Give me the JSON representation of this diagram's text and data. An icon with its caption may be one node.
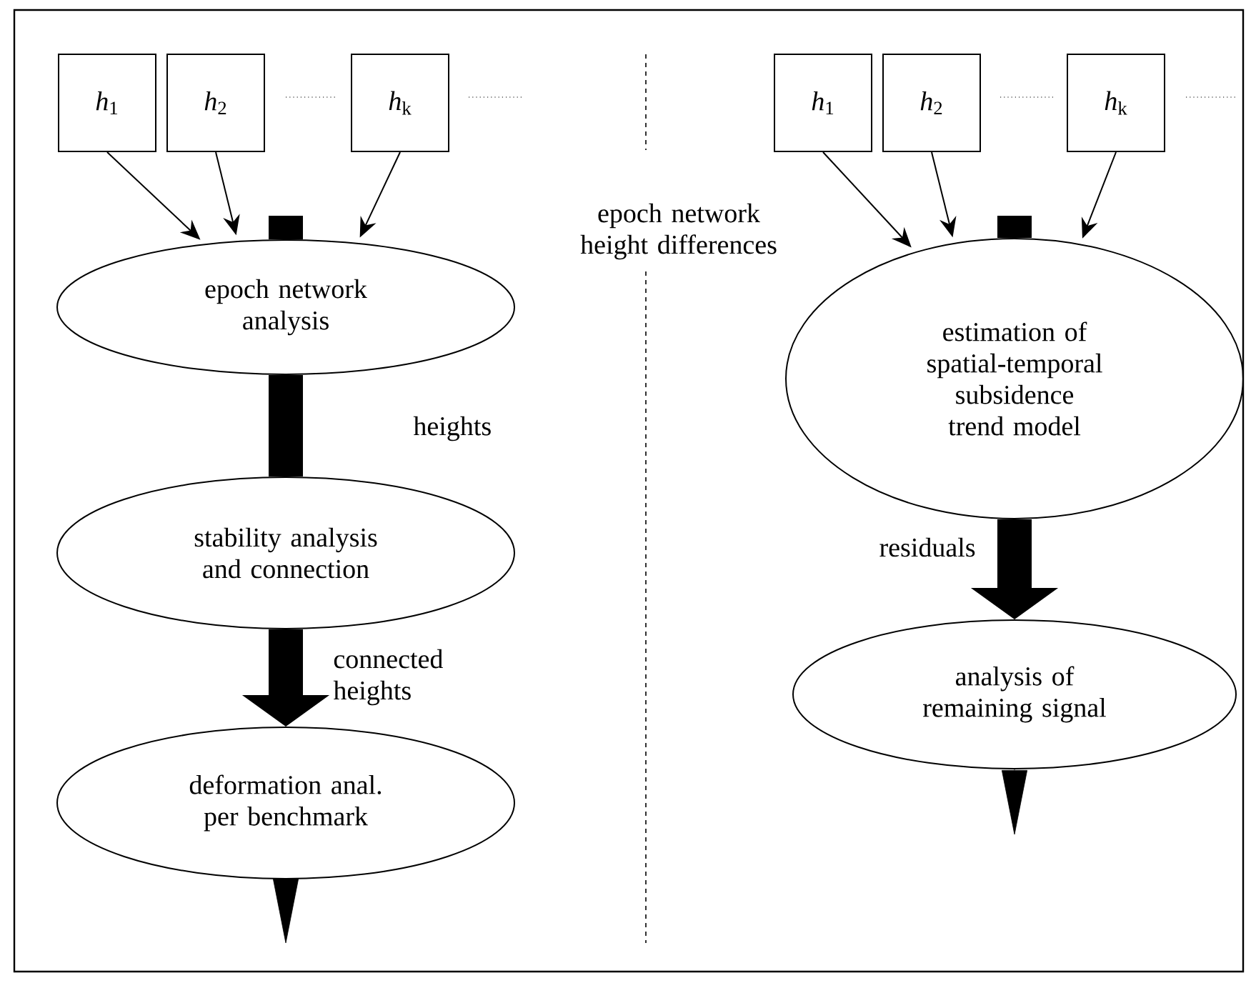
{
  "diagram": {
    "nodes": [
      {
        "text": [
          "*h*$_{1}$"
        ]
      },
      {
        "text": [
          "*h*$_{2}$"
        ]
      },
      {
        "text": [
          "*h*$_{k}$"
        ]
      },
      {
        "text": [
          "epoch network analysis"
        ]
      },
      {
        "text": [
          "stability analysis and connection"
        ]
      },
      {
        "text": [
          "deformation anal. per benchmark"
        ]
      },
      {
        "text": [
          "*h*$_{1}$"
        ]
      },
      {
        "text": [
          "*h*$_{2}$"
        ]
      },
      {
        "text": [
          "*h*$_{k}$"
        ]
      },
      {
        "text": [
          "estimation of spatial-temporal subsidence trend model"
        ]
      },
      {
        "text": [
          "analysis of remaining signal"
        ]
      }
    ],
    "edges": [
      {
        "from": 0,
        "to": 3,
        "arrow": "to"
      },
      {
        "from": 1,
        "to": 3,
        "arrow": "to"
      },
      {
        "from": 2,
        "to": 3,
        "arrow": "to"
      },
      {
        "from": null,
        "to": 3,
        "arrow": "none",
        "style": "thick"
      },
      {
        "from": 3,
        "to": 4,
        "arrow": "none",
        "style": "thick",
        "label": "heights"
      },
      {
        "from": 4,
        "to": 5,
        "arrow": "to",
        "style": "thick",
        "label": "connected heights"
      },
      {
        "from": 5,
        "to": null,
        "arrow": "to"
      },
      {
        "from": 6,
        "to": 9,
        "arrow": "to"
      },
      {
        "from": 7,
        "to": 9,
        "arrow": "to"
      },
      {
        "from": 8,
        "to": 9,
        "arrow": "to"
      },
      {
        "from": null,
        "to": 9,
        "arrow": "none",
        "style": "thick"
      },
      {
        "from": 9,
        "to": 10,
        "arrow": "to",
        "style": "thick",
        "label": "residuals"
      },
      {
        "from": 10,
        "to": null,
        "arrow": "to"
      }
    ],
    "labels": [
      "epoch network height differences"
    ]
  }
}
